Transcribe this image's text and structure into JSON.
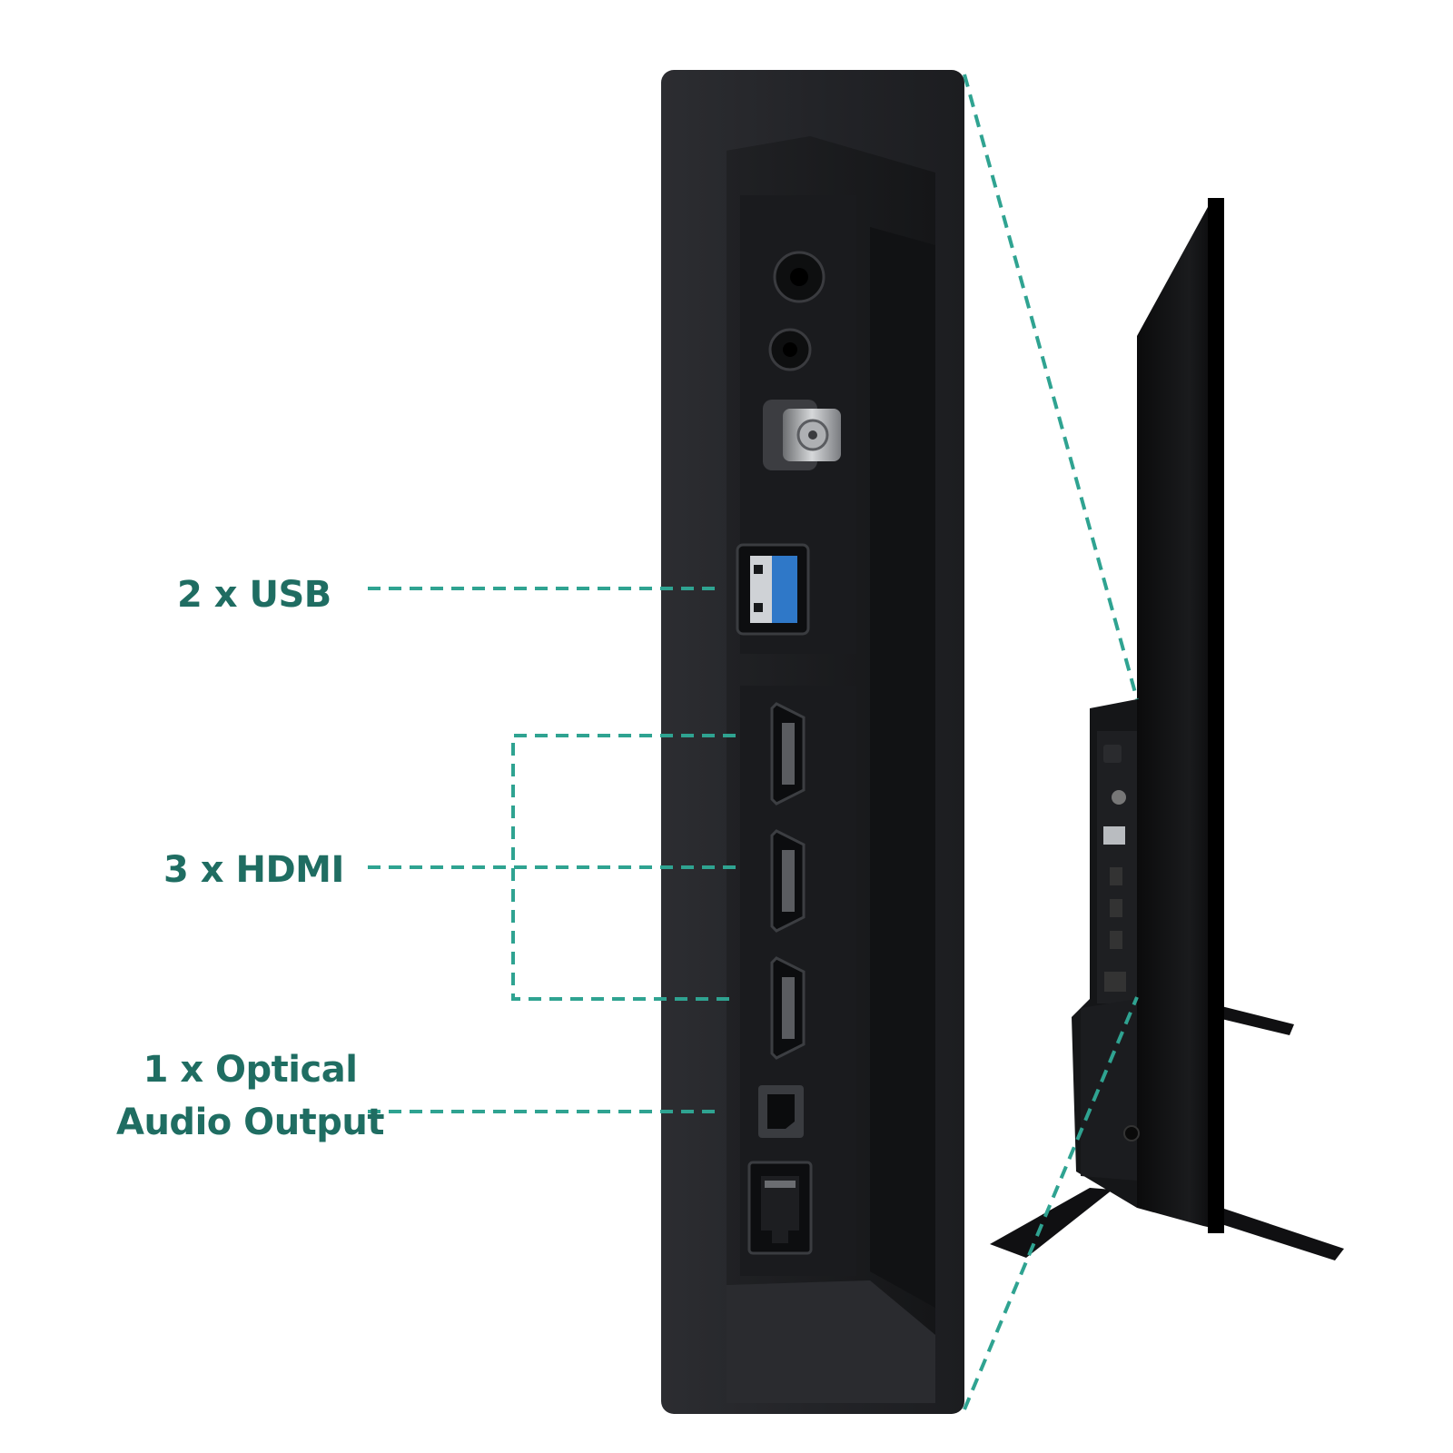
{
  "labels": {
    "usb": "2 x USB",
    "hdmi": "3 x HDMI",
    "optical_line1": "1 x Optical",
    "optical_line2": "Audio Output"
  },
  "colors": {
    "accent": "#1f6d62",
    "leader_line": "#2fa391",
    "panel": "#26272b",
    "background": "#ffffff"
  }
}
